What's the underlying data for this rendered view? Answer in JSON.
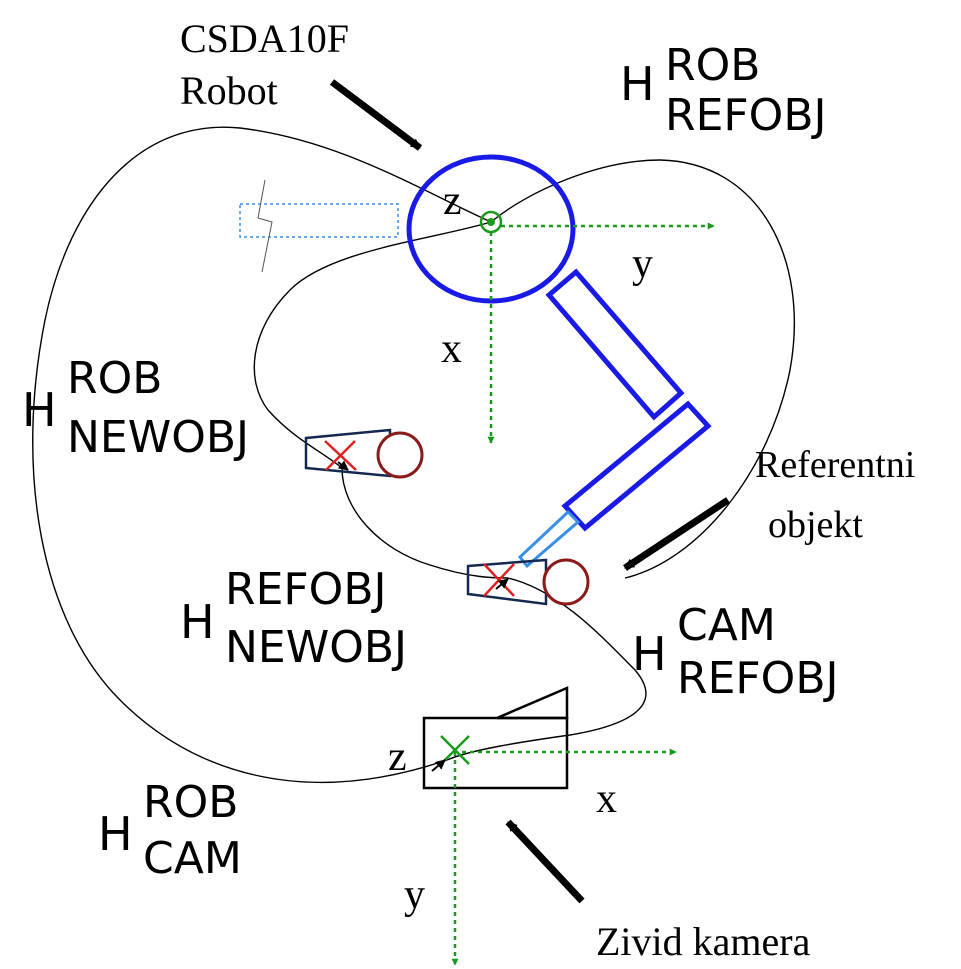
{
  "labels": {
    "robot_name": "CSDA10F",
    "robot_word": "Robot",
    "reference_line1": "Referentni",
    "reference_line2": "objekt",
    "camera": "Zivid kamera"
  },
  "axes": {
    "robot": {
      "z": "z",
      "y": "y",
      "x": "x"
    },
    "camera": {
      "z": "z",
      "x": "x",
      "y": "y"
    }
  },
  "transforms": {
    "rob_refobj": {
      "base": "H",
      "sup": "ROB",
      "sub": "REFOBJ"
    },
    "rob_newobj": {
      "base": "H",
      "sup": "ROB",
      "sub": "NEWOBJ"
    },
    "refobj_newobj": {
      "base": "H",
      "sup": "REFOBJ",
      "sub": "NEWOBJ"
    },
    "cam_refobj": {
      "base": "H",
      "sup": "CAM",
      "sub": "REFOBJ"
    },
    "rob_cam": {
      "base": "H",
      "sup": "ROB",
      "sub": "CAM"
    }
  },
  "colors": {
    "robot": "#1a1ae6",
    "gripper": "#3a8ee6",
    "axis": "#1a9a1a",
    "object_body": "#142850",
    "object_circle": "#8b1a1a",
    "object_mark": "#e02020",
    "line": "#000000"
  }
}
